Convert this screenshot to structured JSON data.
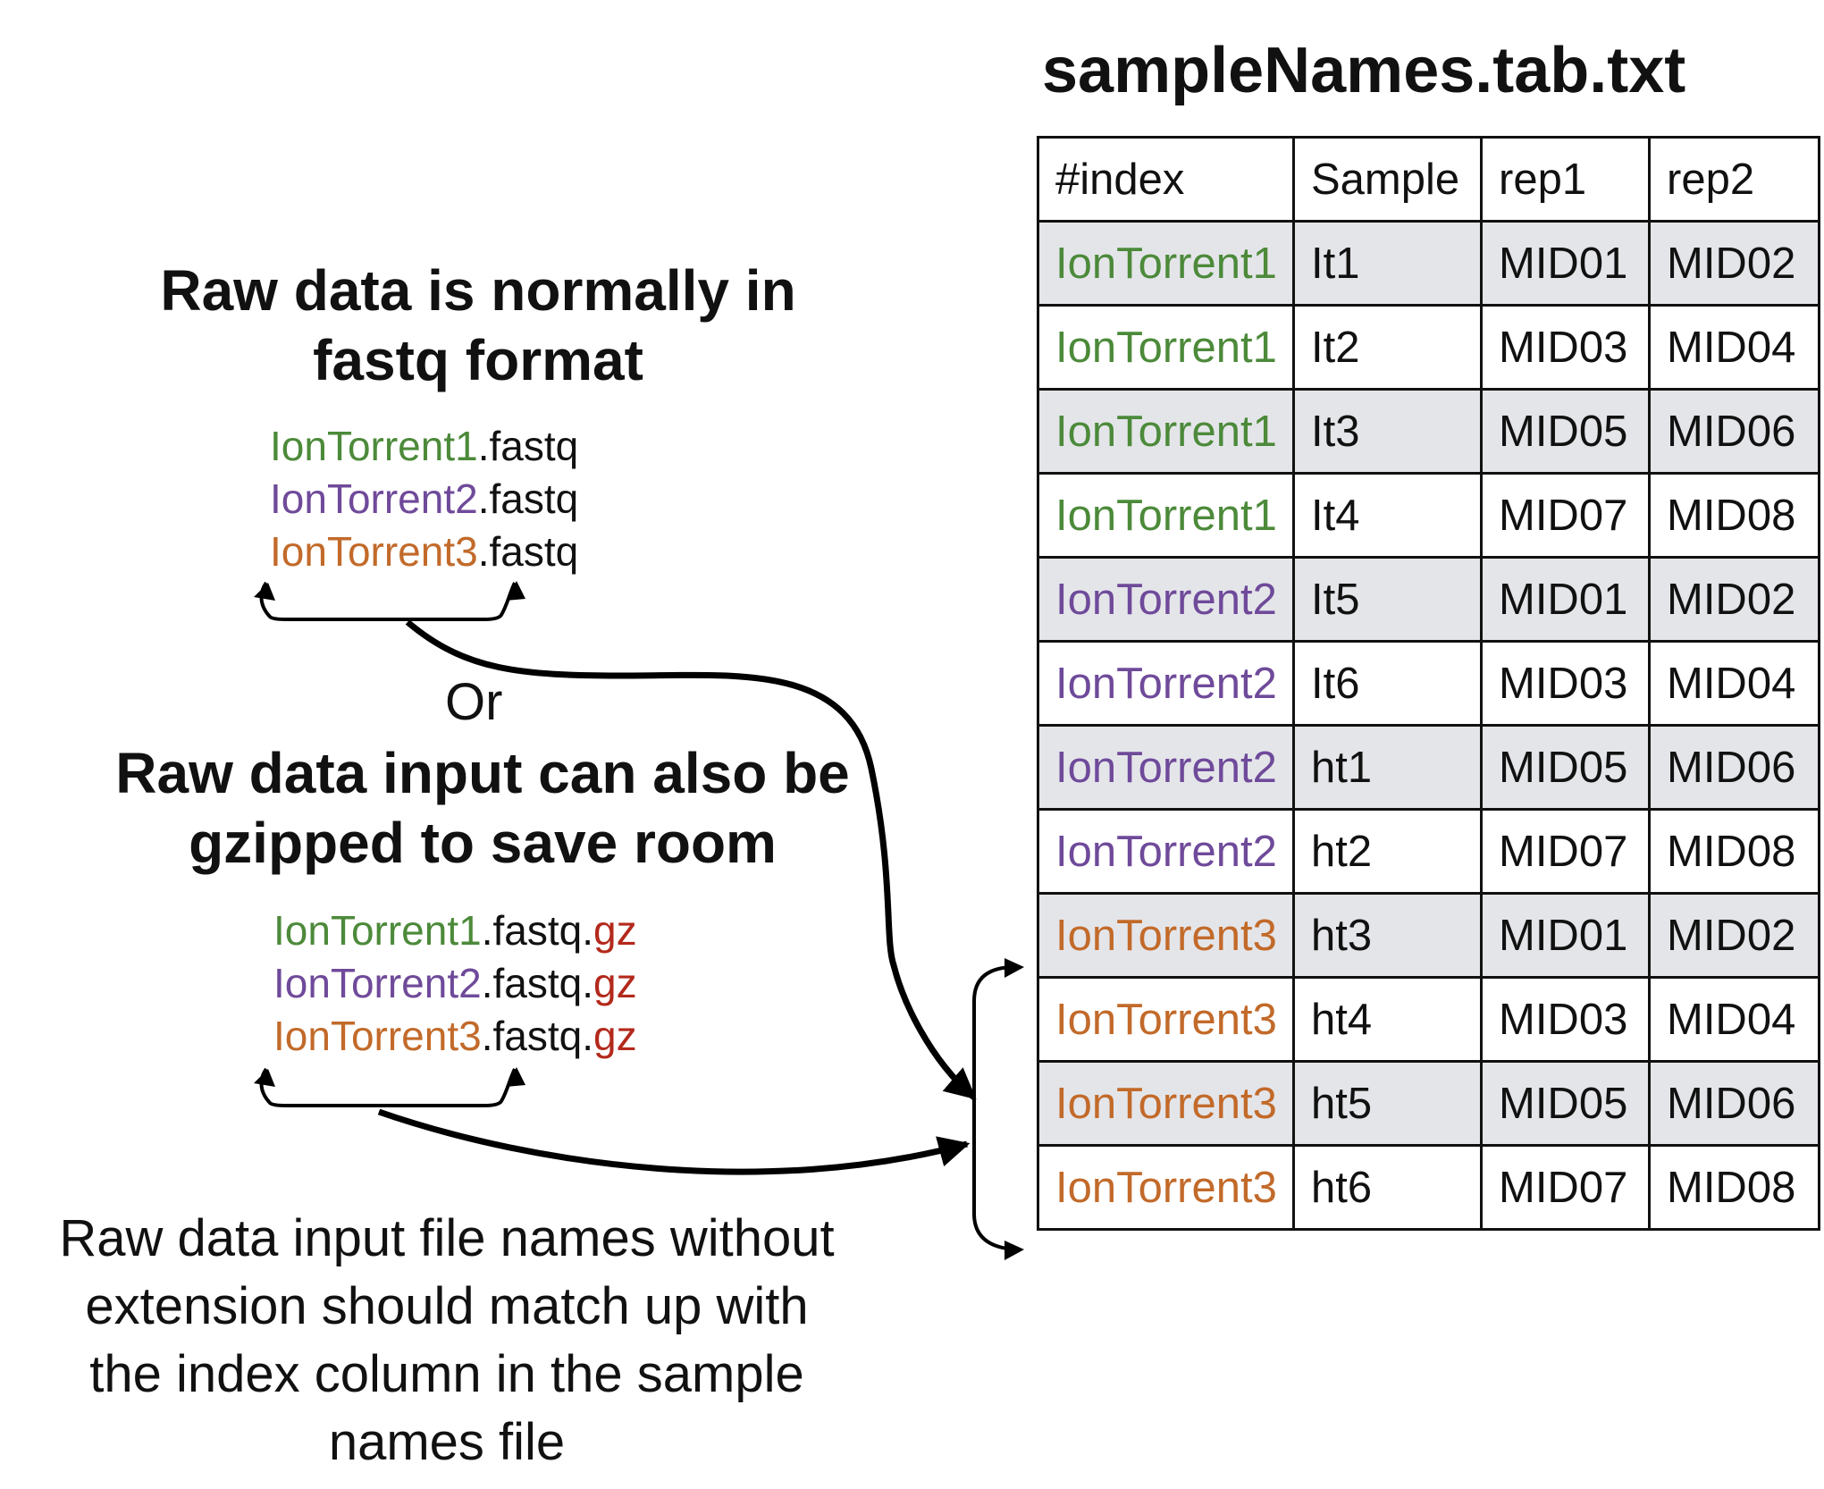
{
  "heading_fastq_line1": "Raw data is normally in",
  "heading_fastq_line2": "fastq format",
  "fastq_files": [
    {
      "index": "IonTorrent1",
      "ext": ".fastq",
      "color": "#4c8a3a"
    },
    {
      "index": "IonTorrent2",
      "ext": ".fastq",
      "color": "#6f4a9a"
    },
    {
      "index": "IonTorrent3",
      "ext": ".fastq",
      "color": "#c26a2a"
    }
  ],
  "or_label": "Or",
  "heading_gz_line1": "Raw data input can also be",
  "heading_gz_line2": "gzipped to save room",
  "gz_files": [
    {
      "index": "IonTorrent1",
      "ext": ".fastq.",
      "gz": "gz",
      "color": "#4c8a3a"
    },
    {
      "index": "IonTorrent2",
      "ext": ".fastq.",
      "gz": "gz",
      "color": "#6f4a9a"
    },
    {
      "index": "IonTorrent3",
      "ext": ".fastq.",
      "gz": "gz",
      "color": "#c26a2a"
    }
  ],
  "gz_color": "#b3291b",
  "note_lines": [
    "Raw data input file names without",
    "extension should match up with",
    "the index column in the sample",
    "names file"
  ],
  "table_title": "sampleNames.tab.txt",
  "table": {
    "headers": [
      "#index",
      "Sample",
      "rep1",
      "rep2"
    ],
    "rows": [
      {
        "index": "IonTorrent1",
        "sample": "It1",
        "rep1": "MID01",
        "rep2": "MID02",
        "color": "#4c8a3a",
        "shaded": true
      },
      {
        "index": "IonTorrent1",
        "sample": "It2",
        "rep1": "MID03",
        "rep2": "MID04",
        "color": "#4c8a3a",
        "shaded": false
      },
      {
        "index": "IonTorrent1",
        "sample": "It3",
        "rep1": "MID05",
        "rep2": "MID06",
        "color": "#4c8a3a",
        "shaded": true
      },
      {
        "index": "IonTorrent1",
        "sample": "It4",
        "rep1": "MID07",
        "rep2": "MID08",
        "color": "#4c8a3a",
        "shaded": false
      },
      {
        "index": "IonTorrent2",
        "sample": "It5",
        "rep1": "MID01",
        "rep2": "MID02",
        "color": "#6f4a9a",
        "shaded": true
      },
      {
        "index": "IonTorrent2",
        "sample": "It6",
        "rep1": "MID03",
        "rep2": "MID04",
        "color": "#6f4a9a",
        "shaded": false
      },
      {
        "index": "IonTorrent2",
        "sample": "ht1",
        "rep1": "MID05",
        "rep2": "MID06",
        "color": "#6f4a9a",
        "shaded": true
      },
      {
        "index": "IonTorrent2",
        "sample": "ht2",
        "rep1": "MID07",
        "rep2": "MID08",
        "color": "#6f4a9a",
        "shaded": false
      },
      {
        "index": "IonTorrent3",
        "sample": "ht3",
        "rep1": "MID01",
        "rep2": "MID02",
        "color": "#c26a2a",
        "shaded": true
      },
      {
        "index": "IonTorrent3",
        "sample": "ht4",
        "rep1": "MID03",
        "rep2": "MID04",
        "color": "#c26a2a",
        "shaded": false
      },
      {
        "index": "IonTorrent3",
        "sample": "ht5",
        "rep1": "MID05",
        "rep2": "MID06",
        "color": "#c26a2a",
        "shaded": true
      },
      {
        "index": "IonTorrent3",
        "sample": "ht6",
        "rep1": "MID07",
        "rep2": "MID08",
        "color": "#c26a2a",
        "shaded": false
      }
    ]
  }
}
